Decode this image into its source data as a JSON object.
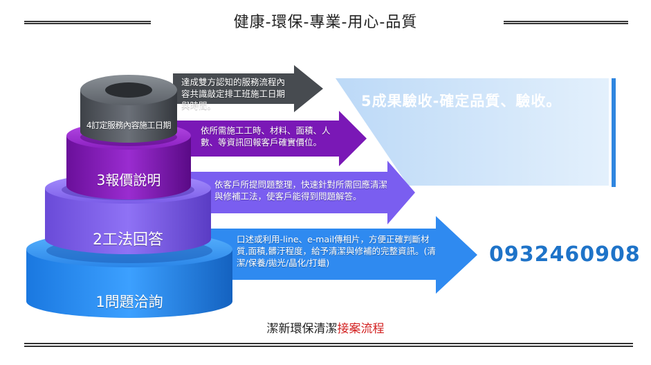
{
  "header": {
    "title": "健康-環保-專業-用心-品質"
  },
  "steps": [
    {
      "label": "4訂定服務內容施工日期",
      "description": "達成雙方認知的服務流程內容共識敲定排工班施工日期與時間。"
    },
    {
      "label": "3報價說明",
      "description": "依所需施工工時、材料、面積、人數、等資訊回報客戶確實價位。"
    },
    {
      "label": "2工法回答",
      "description": "依客戶所提問題整理，快速針對所需回應清潔與修補工法，使客戶能得到問題解答。"
    },
    {
      "label": "1問題洽詢",
      "description": "口述或利用-line、e-mail傳相片，方便正確判斷材質,面積,髒汙程度，給予清潔與修補的完整資訊。(清潔/保養/拋光/晶化/打蠟)"
    }
  ],
  "result": {
    "text": "5成果驗收-確定品質、驗收。"
  },
  "contact": {
    "phone": "0932460908"
  },
  "footer": {
    "title_prefix": "潔新環保清潔",
    "title_highlight": "接案流程"
  }
}
